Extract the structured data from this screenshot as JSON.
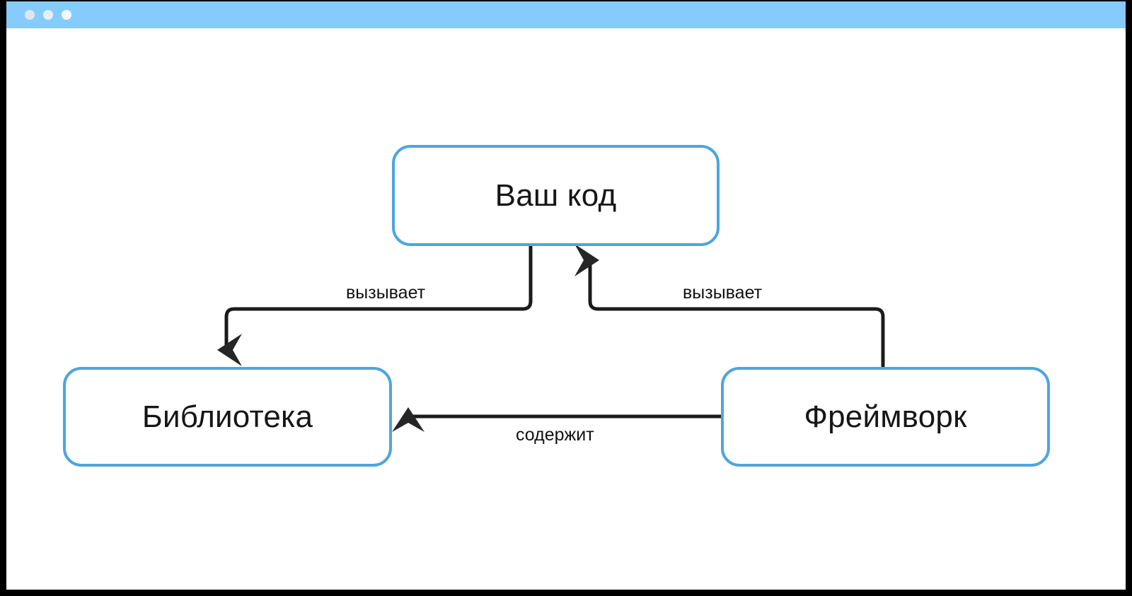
{
  "window": {
    "titlebar": {
      "buttons": [
        {
          "name": "close-dot",
          "color": "#dfe6ef"
        },
        {
          "name": "minimize-dot",
          "color": "#e8eef5"
        },
        {
          "name": "maximize-dot",
          "color": "#f4f7fa"
        }
      ],
      "background": "#85ccfc"
    },
    "frame_color": "#000000",
    "canvas_background": "#ffffff"
  },
  "diagram": {
    "type": "flowchart",
    "direction": "top-down",
    "node_border_color": "#4da5e0",
    "node_fill_color": "#ffffff",
    "edge_color": "#1b1b1b",
    "nodes": [
      {
        "id": "your-code",
        "label": "Ваш код"
      },
      {
        "id": "library",
        "label": "Библиотека"
      },
      {
        "id": "framework",
        "label": "Фреймворк"
      }
    ],
    "edges": [
      {
        "id": "calls-left",
        "from": "your-code",
        "to": "library",
        "label": "вызывает",
        "arrow": "end"
      },
      {
        "id": "calls-right",
        "from": "framework",
        "to": "your-code",
        "label": "вызывает",
        "arrow": "end"
      },
      {
        "id": "contains",
        "from": "framework",
        "to": "library",
        "label": "содержит",
        "arrow": "end"
      }
    ]
  }
}
